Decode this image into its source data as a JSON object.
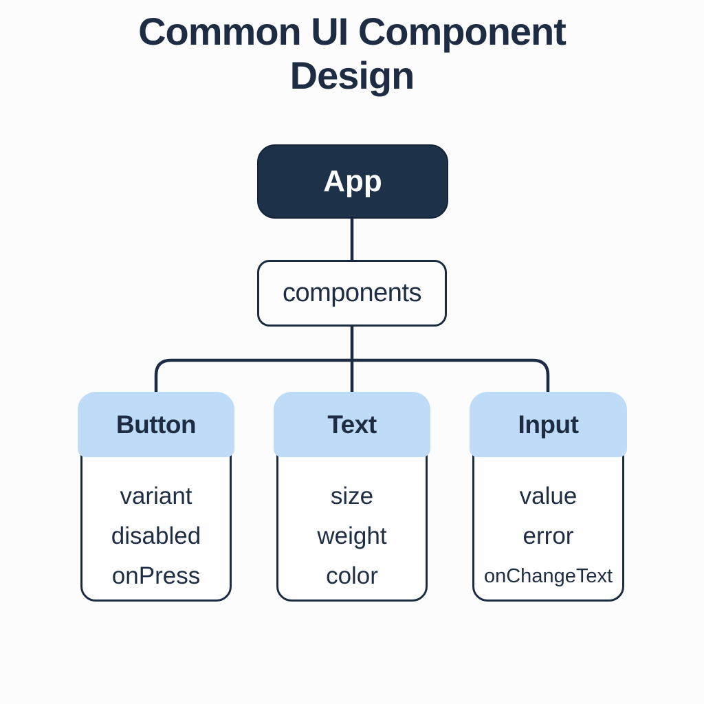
{
  "title": "Common UI Component Design",
  "colors": {
    "background": "#fcfcfc",
    "ink": "#1d2c42",
    "root_node_fill": "#1d3148",
    "root_node_text": "#ffffff",
    "leaf_header_fill": "#bedbf8",
    "leaf_body_fill": "#fefefe",
    "connector_stroke": "#1b2c42"
  },
  "diagram": {
    "root": {
      "label": "App"
    },
    "group": {
      "label": "components"
    },
    "leaves": [
      {
        "label": "Button",
        "props": [
          "variant",
          "disabled",
          "onPress"
        ]
      },
      {
        "label": "Text",
        "props": [
          "size",
          "weight",
          "color"
        ]
      },
      {
        "label": "Input",
        "props": [
          "value",
          "error",
          "onChangeText"
        ]
      }
    ]
  }
}
